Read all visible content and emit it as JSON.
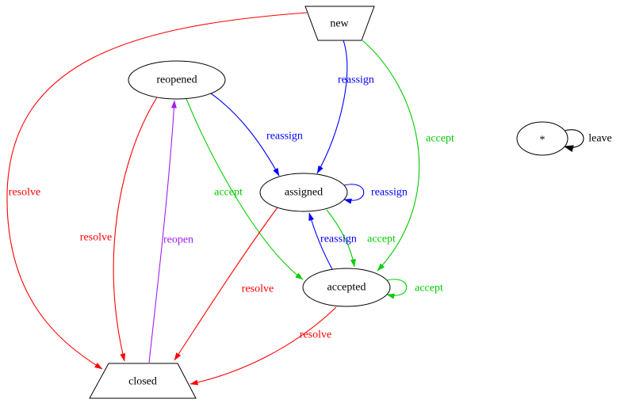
{
  "diagram": {
    "title": "ticket-workflow-state-diagram",
    "background": "#ffffff",
    "colors": {
      "blue": "#0000ff",
      "green": "#00cc00",
      "red": "#ff0000",
      "purple": "#a020f0",
      "black": "#000000"
    },
    "nodes": {
      "new": {
        "label": "new",
        "shape": "invtrapezium"
      },
      "reopened": {
        "label": "reopened",
        "shape": "ellipse"
      },
      "assigned": {
        "label": "assigned",
        "shape": "ellipse"
      },
      "accepted": {
        "label": "accepted",
        "shape": "ellipse"
      },
      "closed": {
        "label": "closed",
        "shape": "trapezium"
      },
      "star": {
        "label": "*",
        "shape": "ellipse"
      }
    },
    "edges": [
      {
        "from": "new",
        "to": "assigned",
        "label": "reassign",
        "color": "#0000ff"
      },
      {
        "from": "new",
        "to": "accepted",
        "label": "accept",
        "color": "#00cc00"
      },
      {
        "from": "new",
        "to": "closed",
        "label": "resolve",
        "color": "#ff0000"
      },
      {
        "from": "reopened",
        "to": "assigned",
        "label": "reassign",
        "color": "#0000ff"
      },
      {
        "from": "reopened",
        "to": "accepted",
        "label": "accept",
        "color": "#00cc00"
      },
      {
        "from": "reopened",
        "to": "closed",
        "label": "resolve",
        "color": "#ff0000"
      },
      {
        "from": "closed",
        "to": "reopened",
        "label": "reopen",
        "color": "#a020f0"
      },
      {
        "from": "assigned",
        "to": "assigned",
        "label": "reassign",
        "color": "#0000ff"
      },
      {
        "from": "assigned",
        "to": "accepted",
        "label": "accept",
        "color": "#00cc00"
      },
      {
        "from": "assigned",
        "to": "closed",
        "label": "resolve",
        "color": "#ff0000"
      },
      {
        "from": "accepted",
        "to": "assigned",
        "label": "reassign",
        "color": "#0000ff"
      },
      {
        "from": "accepted",
        "to": "accepted",
        "label": "accept",
        "color": "#00cc00"
      },
      {
        "from": "accepted",
        "to": "closed",
        "label": "resolve",
        "color": "#ff0000"
      },
      {
        "from": "star",
        "to": "star",
        "label": "leave",
        "color": "#000000"
      }
    ]
  }
}
